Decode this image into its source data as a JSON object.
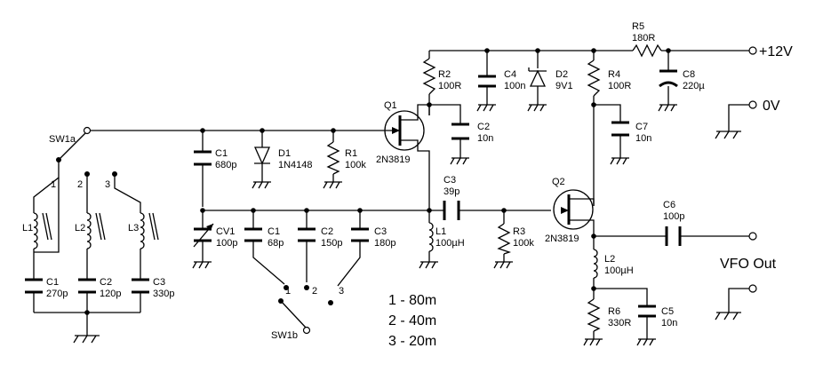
{
  "labels": {
    "q1": "Q1",
    "q1_type": "2N3819",
    "q2": "Q2",
    "q2_type": "2N3819",
    "r2": "R2",
    "r2_val": "100R",
    "r4": "R4",
    "r4_val": "100R",
    "r5": "R5",
    "r5_val": "180R",
    "r1": "R1",
    "r1_val": "100k",
    "r3": "R3",
    "r3_val": "100k",
    "r6": "R6",
    "r6_val": "330R",
    "c4": "C4",
    "c4_val": "100n",
    "d2": "D2",
    "d2_val": "9V1",
    "c8": "C8",
    "c8_val": "220µ",
    "c2a": "C2",
    "c2a_val": "10n",
    "c7": "C7",
    "c7_val": "10n",
    "c1a": "C1",
    "c1a_val": "680p",
    "d1": "D1",
    "d1_val": "1N4148",
    "c3a": "C3",
    "c3a_val": "39p",
    "cv1": "CV1",
    "cv1_val": "100p",
    "c1b": "C1",
    "c1b_val": "68p",
    "c2b": "C2",
    "c2b_val": "150p",
    "c3b": "C3",
    "c3b_val": "180p",
    "l1a": "L1",
    "l1a_val": "100µH",
    "l2a": "L2",
    "l2a_val": "100µH",
    "c6": "C6",
    "c6_val": "100p",
    "c5": "C5",
    "c5_val": "10n",
    "sw1a": "SW1a",
    "sw1b": "SW1b",
    "l1": "L1",
    "l2": "L2",
    "l3": "L3",
    "c1c": "C1",
    "c1c_val": "270p",
    "c2c": "C2",
    "c2c_val": "120p",
    "c3c": "C3",
    "c3c_val": "330p",
    "p1": "1",
    "p2": "2",
    "p3": "3",
    "pb1": "1",
    "pb2": "2",
    "pb3": "3",
    "v12": "+12V",
    "v0": "0V",
    "vfo": "VFO Out",
    "band1": "1 - 80m",
    "band2": "2 - 40m",
    "band3": "3 - 20m"
  }
}
